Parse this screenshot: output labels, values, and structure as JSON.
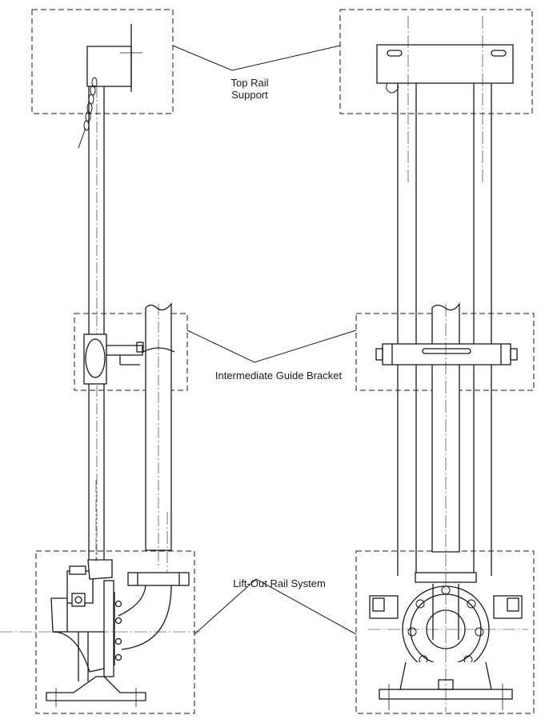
{
  "labels": {
    "top_rail_support_line1": "Top Rail",
    "top_rail_support_line2": "Support",
    "intermediate_guide_bracket": "Intermediate Guide Bracket",
    "lift_out_rail_system": "Lift-Out Rail System"
  }
}
